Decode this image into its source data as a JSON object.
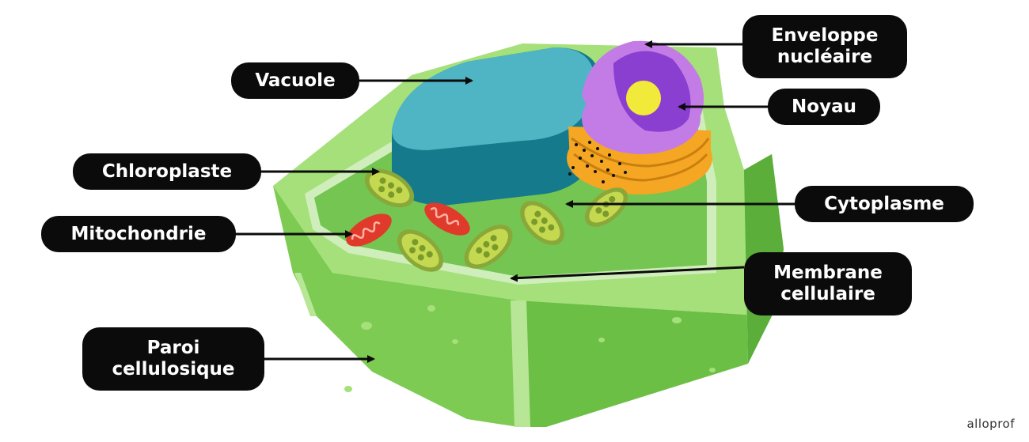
{
  "diagram": {
    "labels": {
      "vacuole": "Vacuole",
      "chloroplaste": "Chloroplaste",
      "mitochondrie": "Mitochondrie",
      "paroi": "Paroi\ncellulosique",
      "enveloppe": "Enveloppe\nnucléaire",
      "noyau": "Noyau",
      "cytoplasme": "Cytoplasme",
      "membrane": "Membrane\ncellulaire"
    }
  },
  "brand": "alloprof",
  "colors": {
    "label_bg": "#0b0b0b",
    "label_text": "#ffffff",
    "wall_dark": "#6cbf45",
    "wall_light": "#8fd45e",
    "wall_top": "#a6e07a",
    "cytoplasm": "#74c552",
    "vacuole_top": "#4fb5c4",
    "vacuole_side": "#157a8c",
    "nucleus": "#8a3fd1",
    "nucleolus": "#f2ea3a",
    "er_orange": "#f5a623",
    "mitochondria": "#e03b2a",
    "chloroplast": "#a8c04a"
  }
}
